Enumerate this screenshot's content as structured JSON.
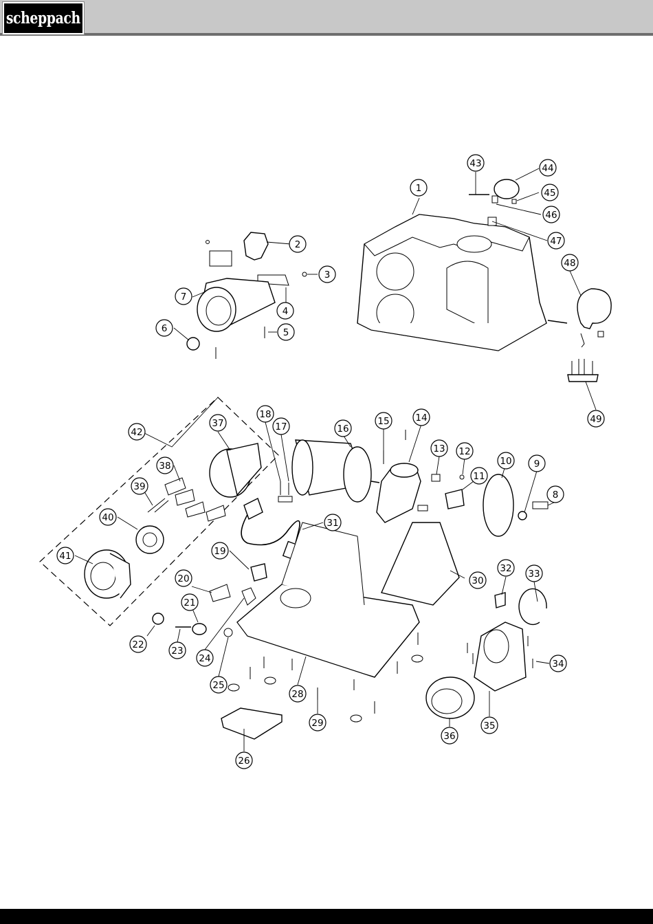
{
  "header": {
    "brand": "scheppach"
  },
  "diagram": {
    "callouts": [
      {
        "n": "1"
      },
      {
        "n": "2"
      },
      {
        "n": "3"
      },
      {
        "n": "4"
      },
      {
        "n": "5"
      },
      {
        "n": "6"
      },
      {
        "n": "7"
      },
      {
        "n": "8"
      },
      {
        "n": "9"
      },
      {
        "n": "10"
      },
      {
        "n": "11"
      },
      {
        "n": "12"
      },
      {
        "n": "13"
      },
      {
        "n": "14"
      },
      {
        "n": "15"
      },
      {
        "n": "16"
      },
      {
        "n": "17"
      },
      {
        "n": "18"
      },
      {
        "n": "19"
      },
      {
        "n": "20"
      },
      {
        "n": "21"
      },
      {
        "n": "22"
      },
      {
        "n": "23"
      },
      {
        "n": "24"
      },
      {
        "n": "25"
      },
      {
        "n": "26"
      },
      {
        "n": "28"
      },
      {
        "n": "29"
      },
      {
        "n": "30"
      },
      {
        "n": "31"
      },
      {
        "n": "32"
      },
      {
        "n": "33"
      },
      {
        "n": "34"
      },
      {
        "n": "35"
      },
      {
        "n": "36"
      },
      {
        "n": "37"
      },
      {
        "n": "38"
      },
      {
        "n": "39"
      },
      {
        "n": "40"
      },
      {
        "n": "41"
      },
      {
        "n": "42"
      },
      {
        "n": "43"
      },
      {
        "n": "44"
      },
      {
        "n": "45"
      },
      {
        "n": "46"
      },
      {
        "n": "47"
      },
      {
        "n": "48"
      },
      {
        "n": "49"
      }
    ]
  }
}
